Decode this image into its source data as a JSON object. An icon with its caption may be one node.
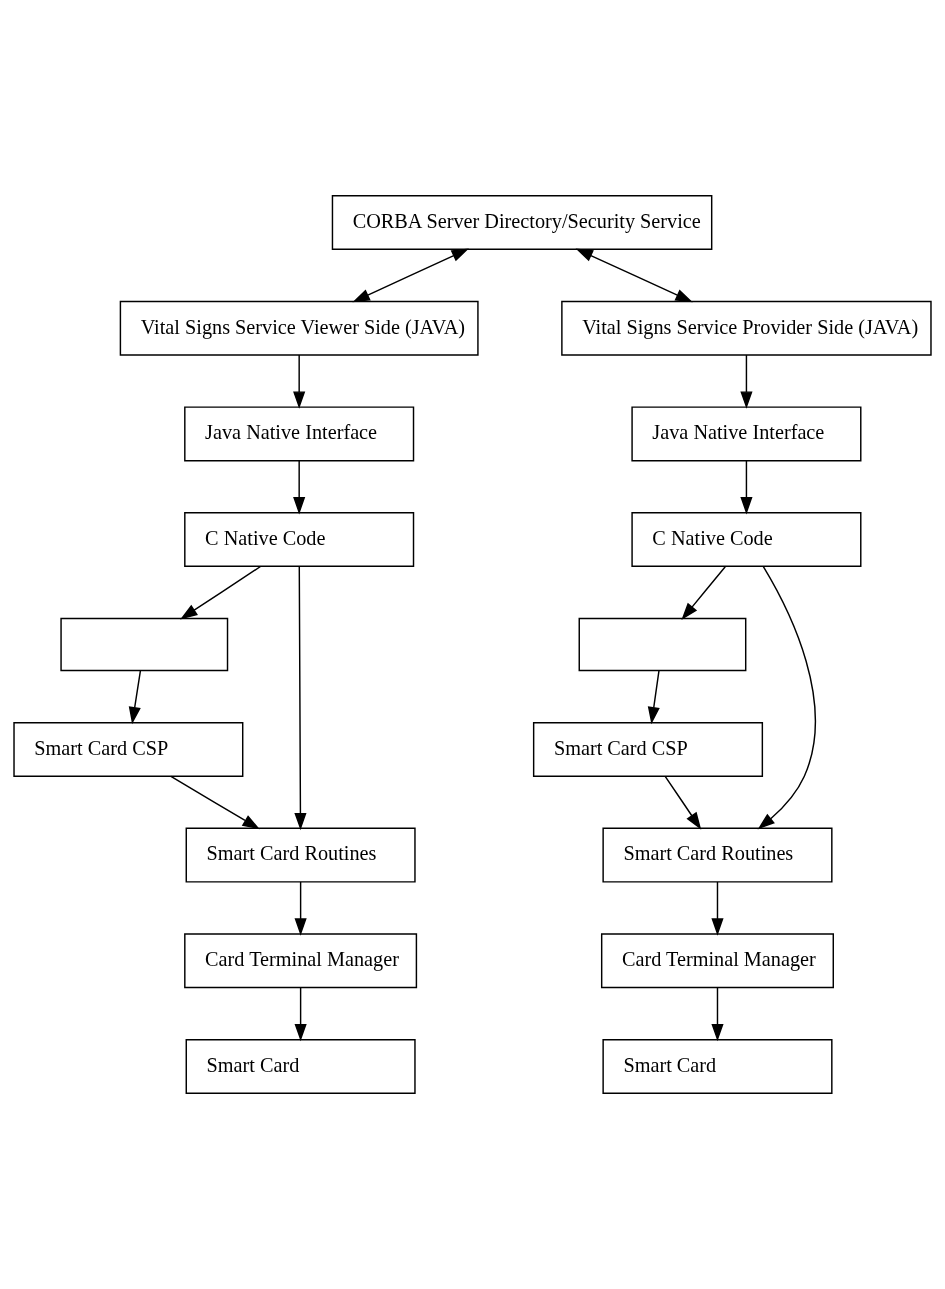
{
  "diagram": {
    "nodes": [
      {
        "text": [
          "CORBA Server Directory/Security Service"
        ]
      },
      {
        "text": [
          "Vital Signs Service Viewer Side (JAVA)"
        ]
      },
      {
        "text": [
          "Java Native Interface"
        ]
      },
      {
        "text": [
          "C Native Code"
        ]
      },
      {
        "text": [],
        "shape": "box"
      },
      {
        "text": [
          "Smart Card CSP"
        ]
      },
      {
        "text": [
          "Smart Card Routines"
        ]
      },
      {
        "text": [
          "Card Terminal Manager"
        ]
      },
      {
        "text": [
          "Smart Card"
        ]
      },
      {
        "text": [
          "Vital Signs Service Provider Side (JAVA)"
        ]
      },
      {
        "text": [
          "Java Native Interface"
        ]
      },
      {
        "text": [
          "C Native Code"
        ]
      },
      {
        "text": [],
        "shape": "box"
      },
      {
        "text": [
          "Smart Card CSP"
        ]
      },
      {
        "text": [
          "Smart Card Routines"
        ]
      },
      {
        "text": [
          "Card Terminal Manager"
        ]
      },
      {
        "text": [
          "Smart Card"
        ]
      }
    ],
    "edges": [
      {
        "from": 0,
        "to": 1,
        "arrow": "both"
      },
      {
        "from": 0,
        "to": 9,
        "arrow": "both"
      },
      {
        "from": 1,
        "to": 2,
        "arrow": "to"
      },
      {
        "from": 2,
        "to": 3,
        "arrow": "to"
      },
      {
        "from": 3,
        "to": 4,
        "arrow": "to"
      },
      {
        "from": 4,
        "to": 5,
        "arrow": "to"
      },
      {
        "from": 5,
        "to": 6,
        "arrow": "to"
      },
      {
        "from": 3,
        "to": 6,
        "arrow": "to"
      },
      {
        "from": 6,
        "to": 7,
        "arrow": "to"
      },
      {
        "from": 7,
        "to": 8,
        "arrow": "to"
      },
      {
        "from": 9,
        "to": 10,
        "arrow": "to"
      },
      {
        "from": 10,
        "to": 11,
        "arrow": "to"
      },
      {
        "from": 11,
        "to": 12,
        "arrow": "to"
      },
      {
        "from": 12,
        "to": 13,
        "arrow": "to"
      },
      {
        "from": 13,
        "to": 14,
        "arrow": "to"
      },
      {
        "from": 11,
        "to": 14,
        "arrow": "to"
      },
      {
        "from": 14,
        "to": 15,
        "arrow": "to"
      },
      {
        "from": 15,
        "to": 16,
        "arrow": "to"
      }
    ]
  }
}
